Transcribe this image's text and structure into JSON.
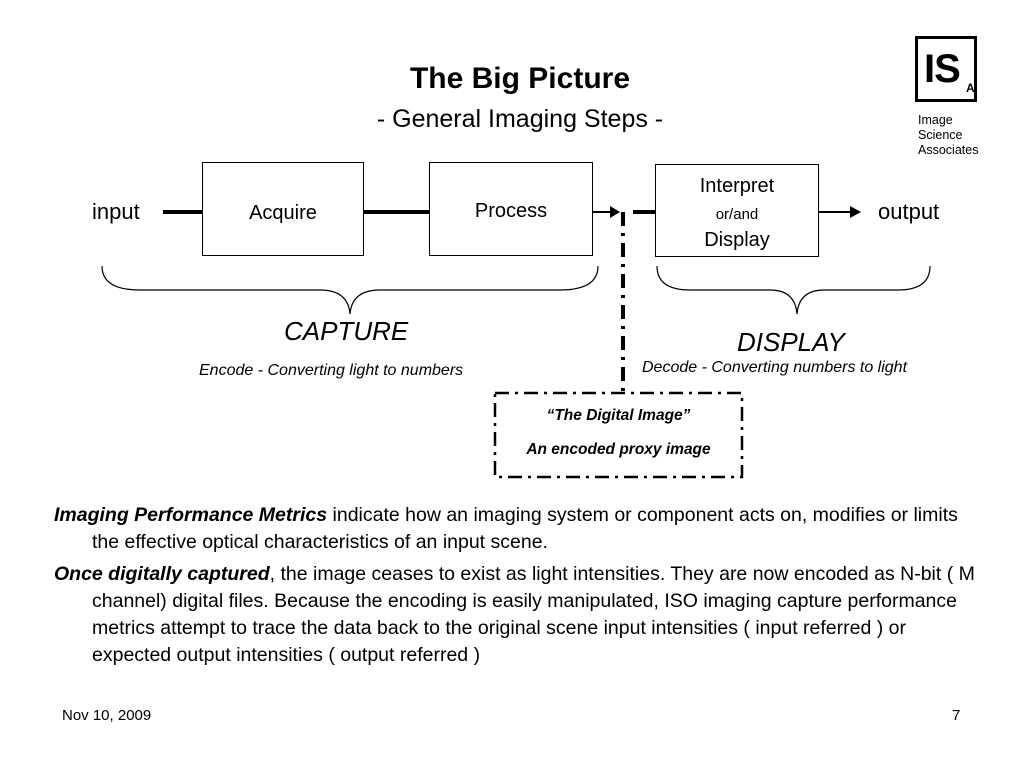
{
  "slide": {
    "title": "The Big Picture",
    "subtitle": "- General Imaging Steps -"
  },
  "logo": {
    "mark": "IS",
    "mark_sub": "A",
    "caption_lines": [
      "Image",
      "Science",
      "Associates"
    ]
  },
  "diagram": {
    "input_label": "input",
    "output_label": "output",
    "blocks": {
      "acquire": "Acquire",
      "process": "Process",
      "interpret_lines": [
        "Interpret",
        "or/and",
        "Display"
      ]
    },
    "capture": {
      "label": "CAPTURE",
      "description": "Encode - Converting light to numbers"
    },
    "display": {
      "label": "DISPLAY",
      "description": "Decode - Converting numbers to light"
    },
    "digital_image": {
      "line1": "“The Digital Image”",
      "line2": "An encoded proxy image"
    }
  },
  "body": {
    "paragraphs": [
      {
        "lead": "Imaging Performance Metrics",
        "text": " indicate how an imaging system or component acts on, modifies or limits the effective optical characteristics of an input scene."
      },
      {
        "lead": "Once digitally captured",
        "text": ", the image ceases to exist as light intensities. They are now encoded as N-bit ( M channel) digital files. Because the encoding is easily manipulated, ISO imaging capture performance metrics attempt to trace the data back to the original scene input intensities ( input referred ) or expected output intensities ( output referred )"
      }
    ]
  },
  "footer": {
    "date": "Nov 10, 2009",
    "page": "7"
  }
}
